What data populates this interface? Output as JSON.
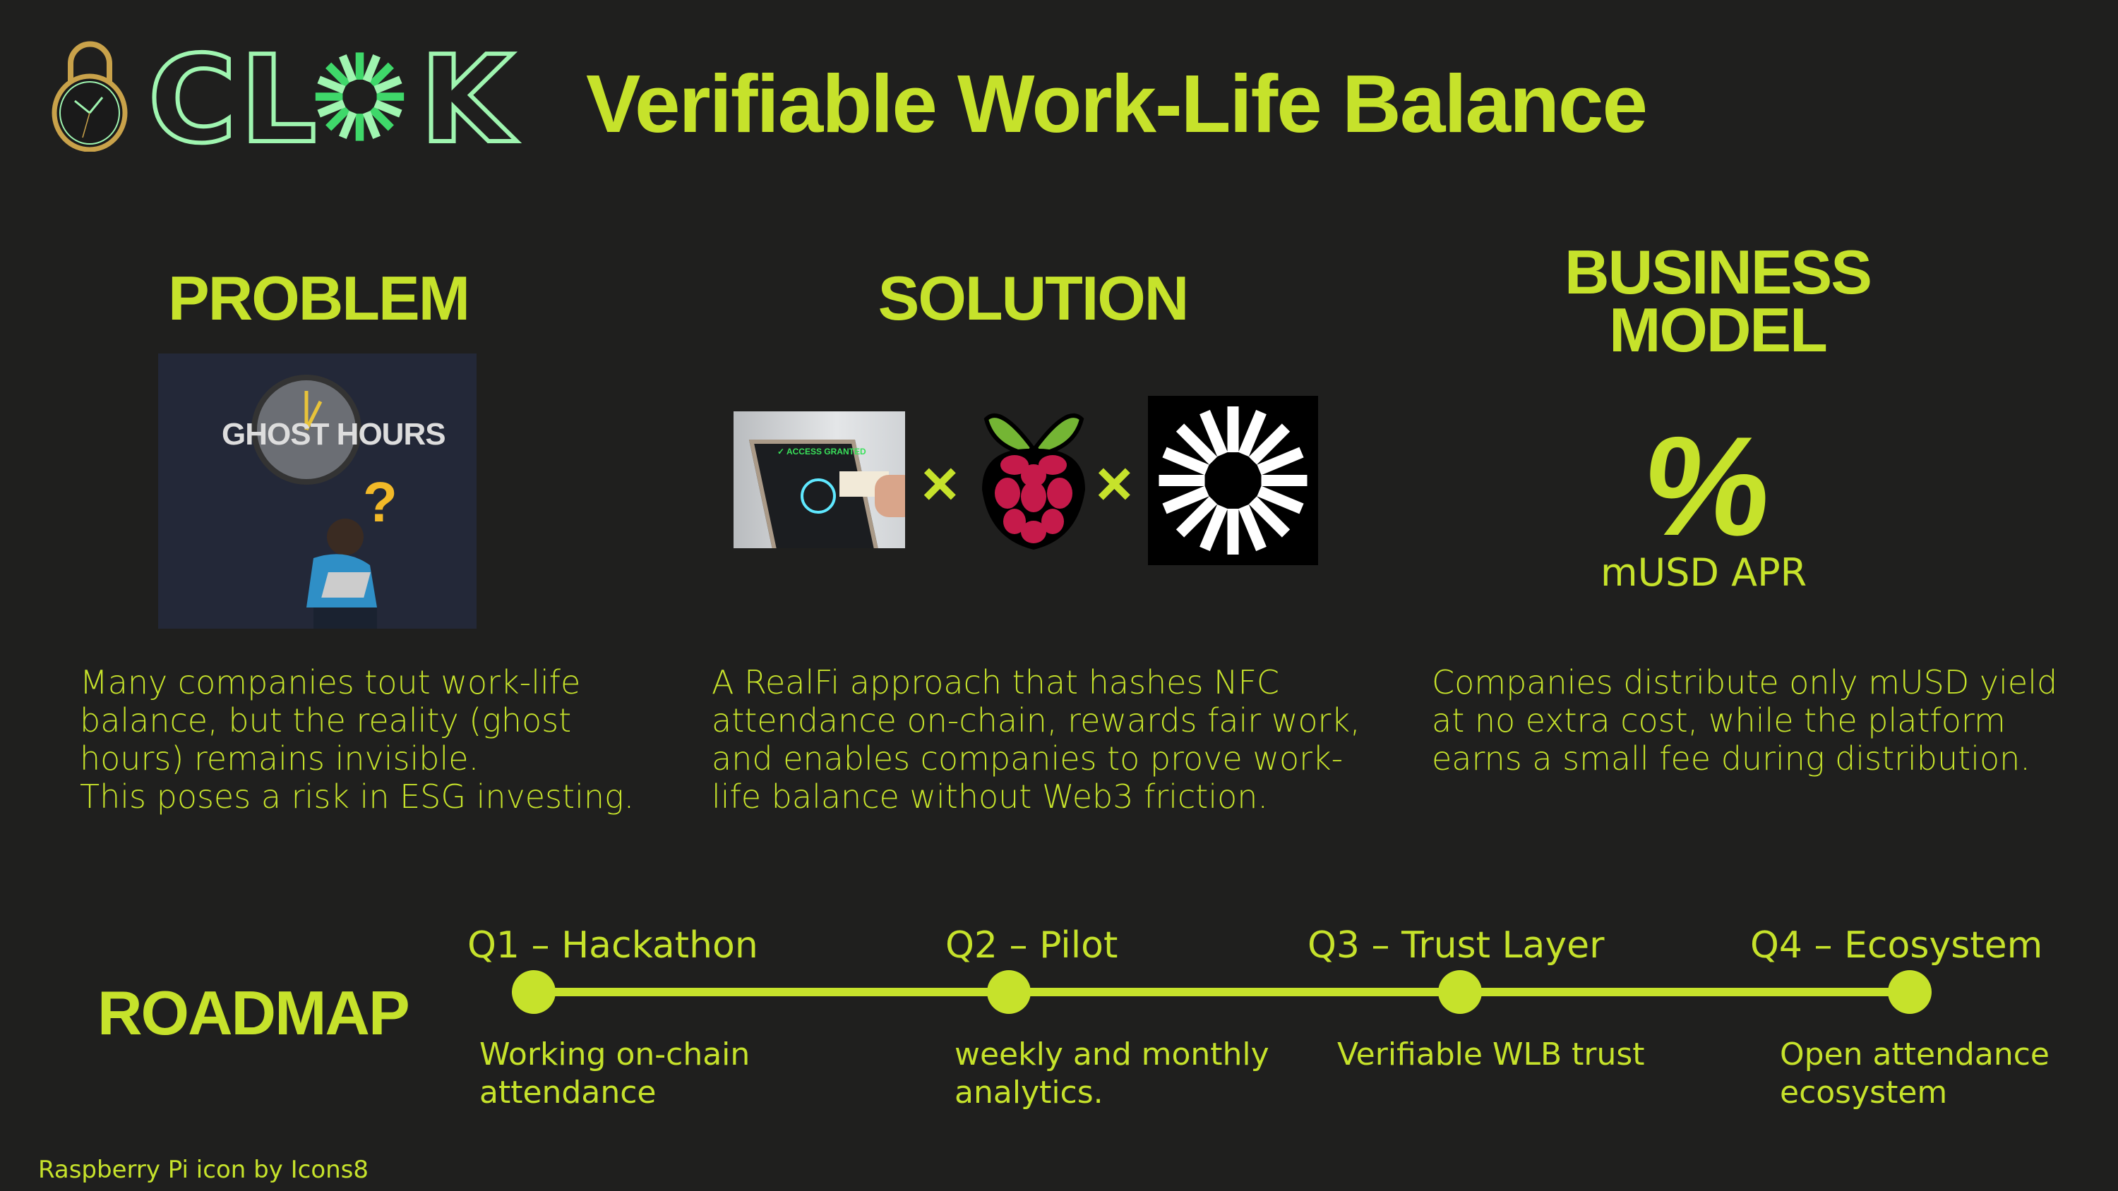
{
  "logo": {
    "text": "CLOK",
    "letters": [
      "C",
      "L",
      "K"
    ]
  },
  "title": "Verifiable Work-Life Balance",
  "problem": {
    "heading": "PROBLEM",
    "image_label": "GHOST HOURS",
    "lines": [
      "Many companies tout work-life",
      "balance, but the reality (ghost",
      "hours) remains invisible.",
      "This poses a risk in ESG investing."
    ]
  },
  "solution": {
    "heading": "SOLUTION",
    "nfc_screen": "✓ ACCESS GRANTED",
    "separator": "×",
    "lines": [
      "A RealFi approach that hashes NFC",
      "attendance on-chain, rewards fair work,",
      "and enables companies to prove work-",
      "life balance without Web3 friction."
    ]
  },
  "business": {
    "heading_line1": "BUSINESS",
    "heading_line2": "MODEL",
    "percent": "%",
    "apr_label": "mUSD APR",
    "lines": [
      "Companies distribute only mUSD yield",
      "at no extra cost, while the platform",
      "earns a small fee during distribution."
    ]
  },
  "roadmap": {
    "heading": "ROADMAP",
    "milestones": [
      {
        "label": "Q1 – Hackathon",
        "desc1": "Working on-chain",
        "desc2": "attendance"
      },
      {
        "label": "Q2 – Pilot",
        "desc1": "weekly and monthly",
        "desc2": "analytics."
      },
      {
        "label": "Q3 – Trust Layer",
        "desc1": "Verifiable WLB trust",
        "desc2": ""
      },
      {
        "label": "Q4 – Ecosystem",
        "desc1": "Open attendance",
        "desc2": "ecosystem"
      }
    ]
  },
  "footer": "Raspberry Pi icon by Icons8",
  "colors": {
    "background": "#1f1f1e",
    "accent": "#c6e22b"
  }
}
